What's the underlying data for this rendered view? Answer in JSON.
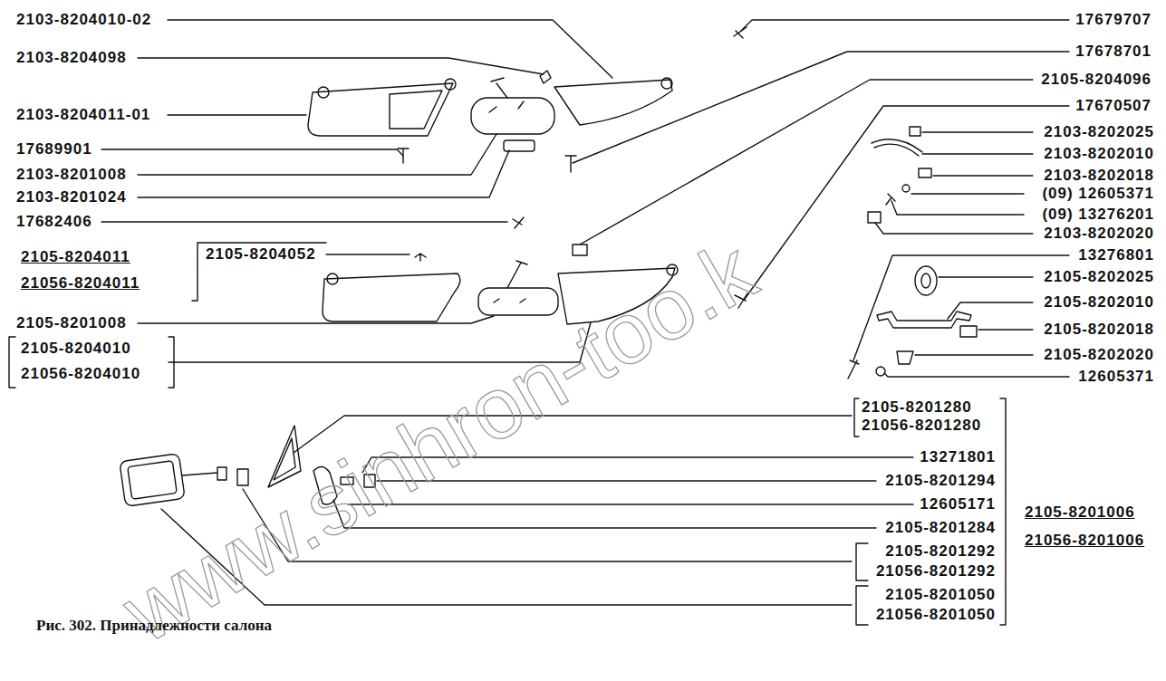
{
  "diagram": {
    "caption": "Рис. 302. Принадлежности салона",
    "labels": [
      "2103-8204010-02",
      "2103-8204098",
      "2103-8204011-01",
      "17689901",
      "2103-8201008",
      "2103-8201024",
      "17682406",
      "2105-8204011",
      "21056-8204011",
      "2105-8204052",
      "2105-8201008",
      "2105-8204010",
      "21056-8204010",
      "17679707",
      "17678701",
      "2105-8204096",
      "17670507",
      "2103-8202025",
      "2103-8202010",
      "2103-8202018",
      "(09) 12605371",
      "(09) 13276201",
      "2103-8202020",
      "13276801",
      "2105-8202025",
      "2105-8202010",
      "2105-8202018",
      "2105-8202020",
      "12605371",
      "2105-8201280",
      "21056-8201280",
      "13271801",
      "2105-8201294",
      "12605171",
      "2105-8201284",
      "2105-8201006",
      "21056-8201006",
      "2105-8201292",
      "21056-8201292",
      "2105-8201050",
      "21056-8201050",
      "www.sinhron-too.k"
    ]
  }
}
